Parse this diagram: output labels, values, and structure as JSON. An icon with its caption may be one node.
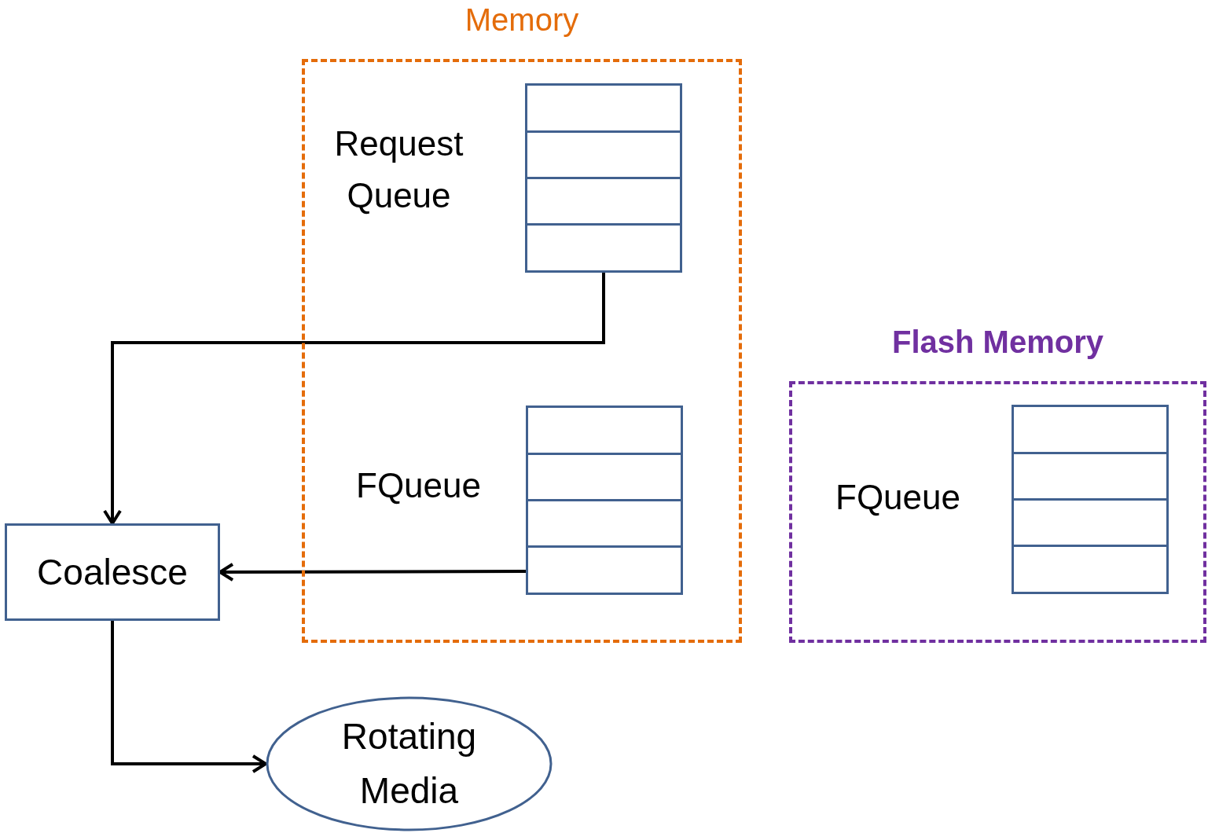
{
  "diagram": {
    "nodes": [
      {
        "text": [
          "Memory"
        ]
      },
      {
        "text": [],
        "shape": "box",
        "in": 0,
        "beside": [
          "Request Queue"
        ]
      },
      {
        "text": [],
        "shape": "box",
        "in": 0,
        "beside": [
          "FQueue"
        ]
      },
      {
        "text": [
          "Flash Memory"
        ]
      },
      {
        "text": [],
        "shape": "box",
        "in": 3,
        "beside": [
          "FQueue"
        ]
      },
      {
        "text": [
          "Coalesce"
        ]
      },
      {
        "text": [
          "Rotating Media"
        ]
      }
    ],
    "edges": [
      {
        "from": 1,
        "to": 5,
        "arrow": "to"
      },
      {
        "from": 2,
        "to": 5,
        "arrow": "to"
      },
      {
        "from": 5,
        "to": 6,
        "arrow": "to"
      }
    ]
  }
}
